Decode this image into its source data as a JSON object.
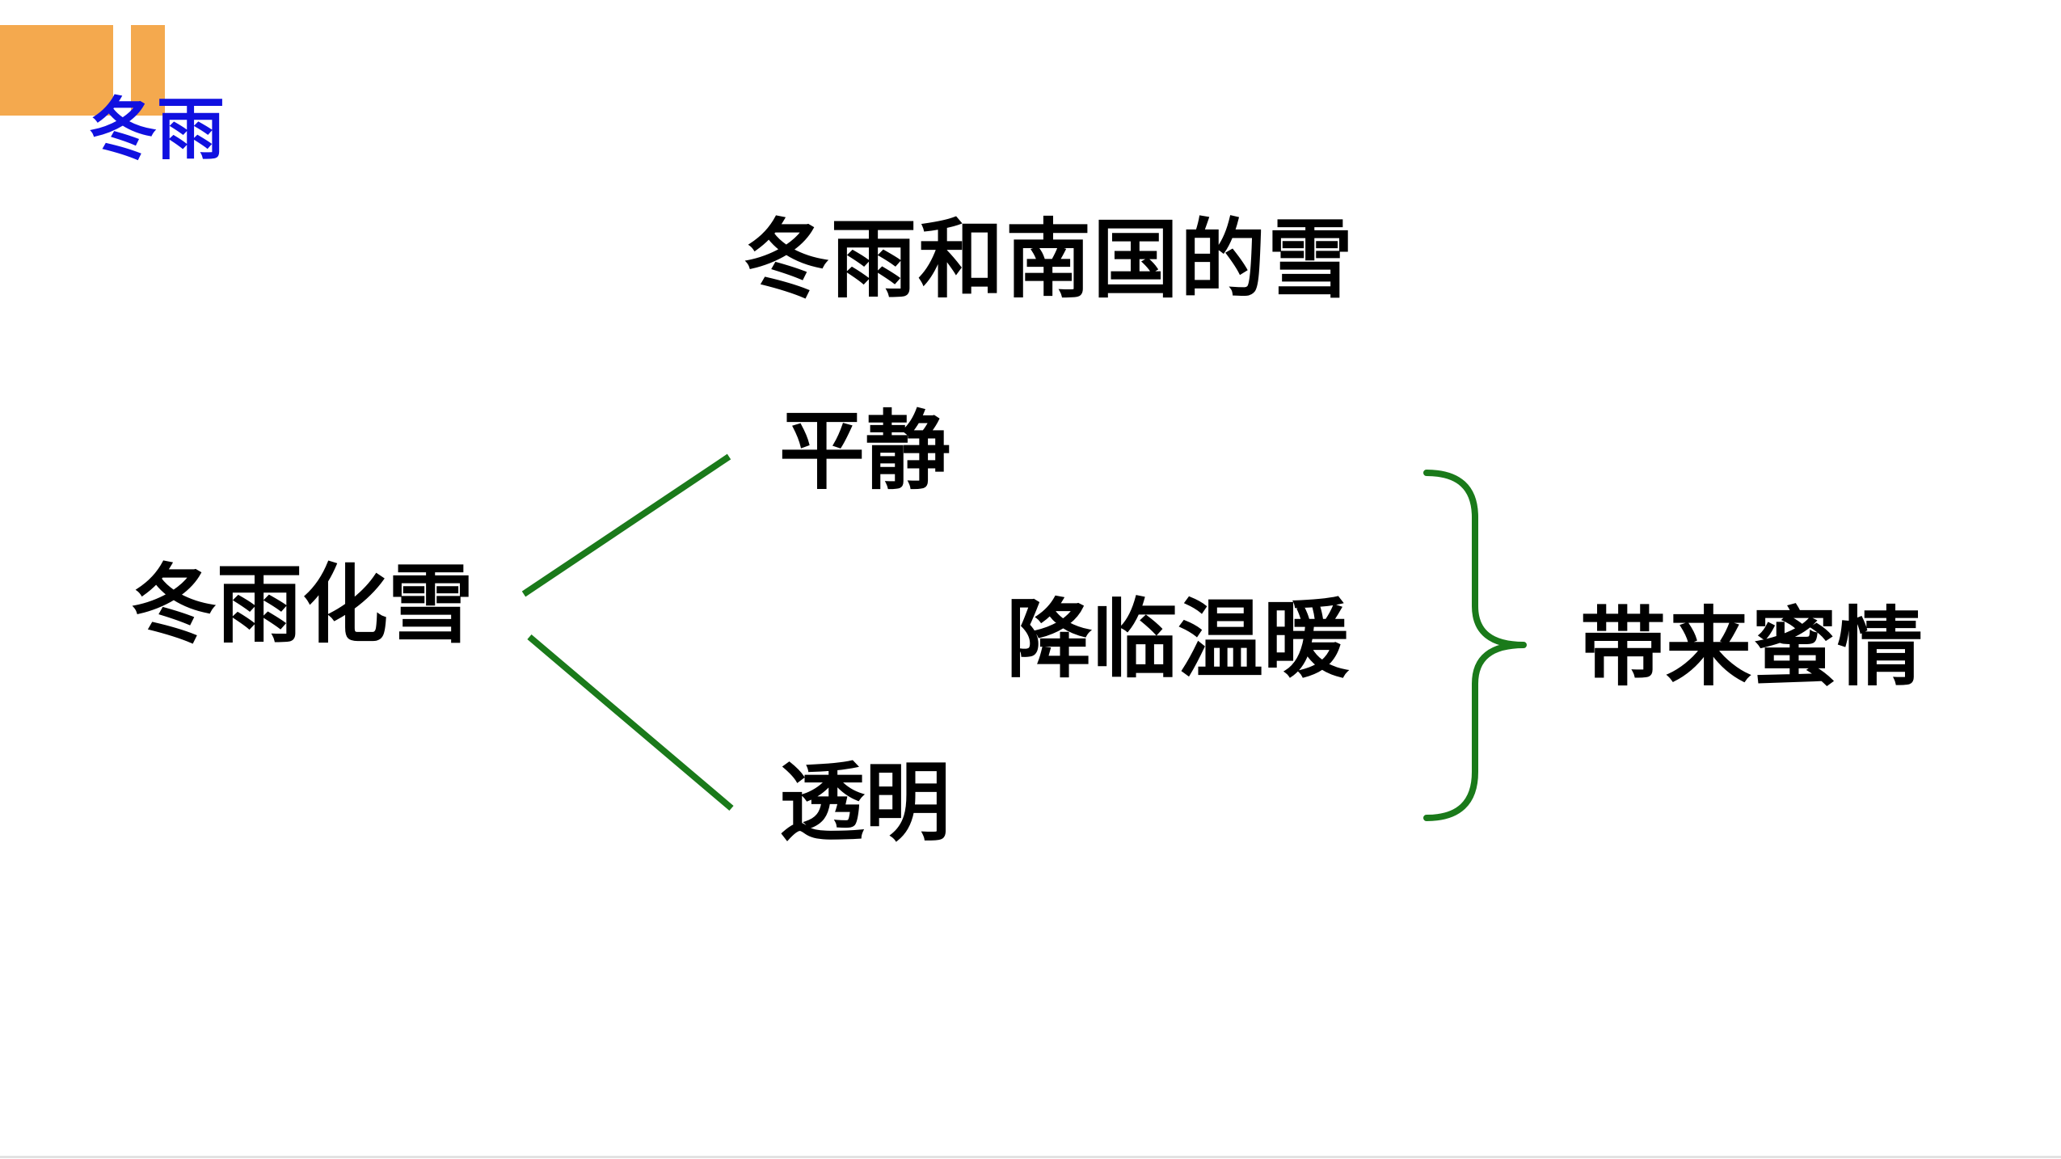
{
  "header": {
    "lesson_title": "冬雨"
  },
  "diagram": {
    "title": "冬雨和南国的雪",
    "root": "冬雨化雪",
    "branches": [
      "平静",
      "透明"
    ],
    "middle": "降临温暖",
    "result": "带来蜜情"
  },
  "colors": {
    "accent_orange": "#F4A94E",
    "lesson_title_blue": "#1010E0",
    "connector_green": "#1A7A1A",
    "text": "#000000"
  }
}
